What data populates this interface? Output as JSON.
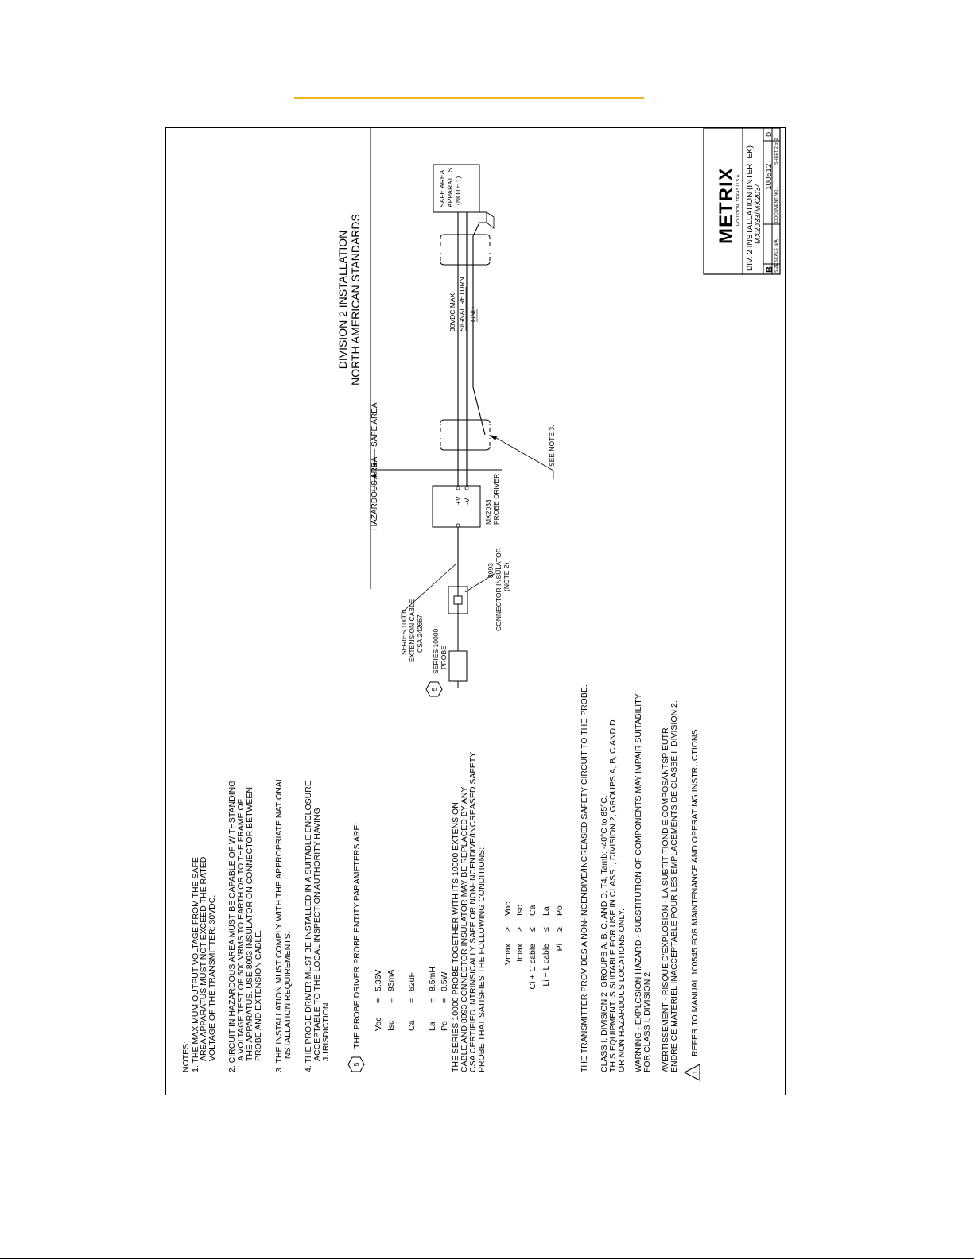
{
  "notes": {
    "heading": "NOTES:",
    "note1": [
      "1. THE MAXIMUM OUTPUT VOLTAGE FROM THE SAFE",
      "AREA APPARATUS MUST NOT EXCEED THE RATED",
      "VOLTAGE OF THE TRANSMITTER:   30VDC."
    ],
    "note2": [
      "2. CIRCUIT IN HAZARDOUS AREA MUST BE CAPABLE OF WITHSTANDING",
      "A VOLTAGE TEST OF 500 VRMS TO EARTH OR TO THE FRAME OF",
      "THE APPARATUS.  USE 8093 INSULATOR ON CONNECTOR BETWEEN",
      "PROBE AND EXTENSION CABLE."
    ],
    "note3": [
      "3.  THE INSTALLATION MUST COMPLY WITH THE APPROPRIATE NATIONAL",
      "INSTALLATION REQUIREMENTS."
    ],
    "note4": [
      "4.  THE PROBE DRIVER MUST BE INSTALLED IN A SUITABLE ENCLOSURE",
      "ACCEPTABLE TO THE LOCAL INSPECTION AUTHORITY HAVING",
      "JURISDICTION."
    ],
    "note5_marker": "5",
    "note5_head": "THE PROBE DRIVER PROBE ENTITY PARAMETERS ARE:",
    "params": [
      {
        "name": "Voc",
        "op": "=",
        "value": "5.36V"
      },
      {
        "name": "Isc",
        "op": "=",
        "value": "93mA"
      },
      {
        "name": "Ca",
        "op": "=",
        "value": "62uF"
      },
      {
        "name": "La",
        "op": "=",
        "value": "8.5mH"
      },
      {
        "name": "Po",
        "op": "=",
        "value": "0.5W"
      }
    ],
    "series_text": [
      "THE SERIES 10000 PROBE TOGETHER WITH ITS 10000 EXTENSION",
      "CABLE AND 8093 CONNECTOR INSULATOR MAY BE REPLACED BY ANY",
      "CSA CERTIFIED INTRINSICALLY SAFE OR NON-INCENDIVE/INCREASED SAFETY",
      "PROBE THAT SATISFIES THE FOLLOWING CONDITIONS:"
    ],
    "conditions": [
      {
        "left": "Vmax",
        "op": "≥",
        "right": "Voc"
      },
      {
        "left": "Imax",
        "op": "≥",
        "right": "Isc"
      },
      {
        "left": "Ci + C cable",
        "op": "≤",
        "right": "Ca"
      },
      {
        "left": "Li + L cable",
        "op": "≤",
        "right": "La"
      },
      {
        "left": "Pi",
        "op": "≥",
        "right": "Po"
      }
    ],
    "transmitter": "THE TRANSMITTER PROVIDES A NON-INCENDIVE/INCREASED SAFETY CIRCUIT TO THE PROBE.",
    "class_text": [
      "CLASS I, DIVISION 2, GROUPS A, B, C, AND D, T4, Tamb: -40°C to 85°C.",
      "THIS EQUIPMENT IS SUITABLE FOR USE IN CLASS I, DIVISION 2, GROUPS A, B, C AND D",
      "OR NON HAZARDOUS LOCATIONS ONLY."
    ],
    "warning": [
      "WARNING - EXPLOSION HAZARD - SUBSTITUTION OF COMPONENTS MAY IMPAIR SUITABILITY",
      "FOR CLASS I, DIVISION 2."
    ],
    "avert": [
      "AVERTISSEMENT - RISQUE D'EXPLOSION - LA SUBTITITIOND E COMPOSANTSP EUTR",
      "ENDRE CE MATERIEL INACCEPTABLE POUR LES EMPLACEMENTS DE CLASSE I, DIVISION 2."
    ],
    "refer_marker": "1",
    "refer": "REFER TO MANUAL 100545 FOR MAINTENANCE AND OPERATING INSTRUCTIONS."
  },
  "diagram": {
    "title1": "DIVISION 2 INSTALLATION",
    "title2": "NORTH AMERICAN STANDARDS",
    "hazardous_area": "HAZARDOUS AREA",
    "safe_area": "SAFE AREA",
    "extension_cable": [
      "SERIES 10000",
      "EXTENSION CABLE",
      "CSA 242667"
    ],
    "probe_marker": "5",
    "probe": [
      "SERIES 10000",
      "PROBE"
    ],
    "insulator": [
      "8093",
      "CONNECTOR INSULATOR",
      "(NOTE 2)"
    ],
    "driver_terminals": [
      "+V",
      "-V"
    ],
    "driver": [
      "MX2033",
      "PROBE DRIVER"
    ],
    "see_note": "SEE NOTE 3.",
    "wire_labels": [
      "30VDC MAX",
      "SIGNAL RETURN",
      "GND"
    ],
    "safe_apparatus": [
      "SAFE AREA",
      "APPARATUS",
      "(NOTE 1)"
    ]
  },
  "title_block": {
    "logo": "METRIX",
    "location": "HOUSTON, TEXAS  U.S.A.",
    "title_line1": "DIV. 2  INSTALLATION (INTERTEK)",
    "title_line2": "MX2033/MX2034",
    "size": "B",
    "drawing_no": "100512",
    "rev": "D",
    "sheet": "SHEET 2 of 2",
    "small": [
      "SIZE",
      "SCALE N/A",
      "DOCUMENT NO.",
      "SHEET"
    ]
  }
}
